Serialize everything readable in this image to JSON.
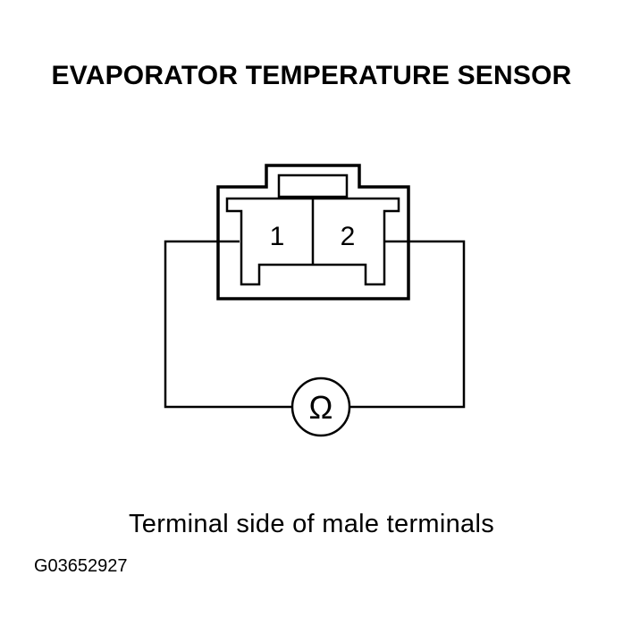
{
  "title": "EVAPORATOR TEMPERATURE SENSOR",
  "connector": {
    "terminal_1": "1",
    "terminal_2": "2"
  },
  "meter_symbol": "Ω",
  "caption": "Terminal side of male terminals",
  "figure_id": "G03652927",
  "colors": {
    "ink": "#000000",
    "background": "#ffffff"
  }
}
